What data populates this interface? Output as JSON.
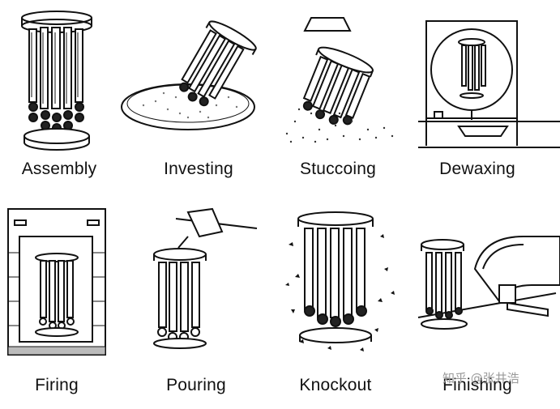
{
  "steps": [
    {
      "id": "assembly",
      "label": "Assembly",
      "icon": "wax-tree-assembly-icon"
    },
    {
      "id": "investing",
      "label": "Investing",
      "icon": "tree-dipped-in-slurry-icon"
    },
    {
      "id": "stuccoing",
      "label": "Stuccoing",
      "icon": "tree-stucco-sand-icon"
    },
    {
      "id": "dewaxing",
      "label": "Dewaxing",
      "icon": "autoclave-dewax-icon"
    },
    {
      "id": "firing",
      "label": "Firing",
      "icon": "kiln-firing-icon"
    },
    {
      "id": "pouring",
      "label": "Pouring",
      "icon": "ladle-pouring-icon"
    },
    {
      "id": "knockout",
      "label": "Knockout",
      "icon": "shell-knockout-icon"
    },
    {
      "id": "finishing",
      "label": "Finishing",
      "icon": "cutoff-saw-finishing-icon"
    }
  ],
  "watermark": "知乎 @张井浩"
}
